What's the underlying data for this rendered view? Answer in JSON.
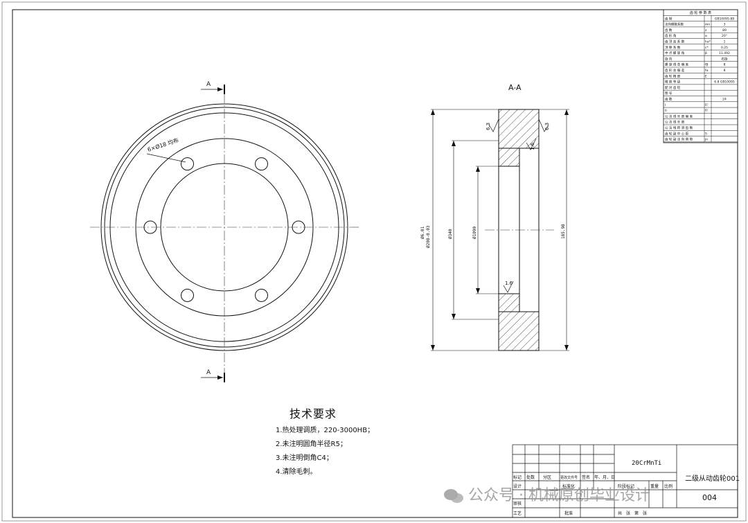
{
  "views": {
    "section_label": "A-A",
    "cut_marker": "A"
  },
  "dims": {
    "hole_callout": "6×Ø18 均布",
    "dia_outer_1": "Ø6.01",
    "dia_outer_2": "Ø208-0.03",
    "dia_mid": "Ø340",
    "dia_inner": "Ø1090",
    "width": "185.98",
    "rough_a": "6.3",
    "rough_b": "6.3",
    "rough_c": "1.6",
    "rough_d": "1.6"
  },
  "tech": {
    "title": "技术要求",
    "items": [
      "1.热处理调质，220-3000HB；",
      "2.未注明圆角半径R5；",
      "3.未注明倒角C4；",
      "4.清除毛刺。"
    ]
  },
  "param_table": {
    "header": "齿 轮 参 数 表",
    "rows": [
      [
        "齿 制",
        "",
        "GB10095-88"
      ],
      [
        "法向模数系数",
        "mn",
        "3"
      ],
      [
        "齿 数",
        "z",
        "89"
      ],
      [
        "齿 形 角",
        "α",
        "20°"
      ],
      [
        "齿 顶 高 系 数",
        "ha*",
        "1"
      ],
      [
        "顶 隙 系 数",
        "c*",
        "0.25"
      ],
      [
        "中 点 螺 旋 角",
        "β",
        "11.492"
      ],
      [
        "旋 向",
        "",
        "右旋"
      ],
      [
        "螺 旋 线 总 偏 差",
        "fβ",
        "8"
      ],
      [
        "齿 形 总 偏 差",
        "fα",
        "8"
      ],
      [
        "齿 轮 精 度",
        "E",
        ""
      ],
      [
        "精 度 等 级",
        "",
        "6.8 GB10095"
      ],
      [
        "配 对 齿 轮",
        "",
        ""
      ],
      [
        "图 号",
        "",
        ""
      ],
      [
        "齿 数",
        "",
        "24"
      ],
      [
        "I",
        "Fi'",
        ""
      ],
      [
        "II",
        "fi'",
        ""
      ],
      [
        "公 法 线 长 度 偏 差",
        "",
        ""
      ],
      [
        "公 法 线 长 度",
        "",
        ""
      ],
      [
        "公 法 线 跨 测 齿 数",
        "",
        ""
      ],
      [
        "齿 轮 副 中 心 距",
        "S",
        ""
      ],
      [
        "齿 轮 副 法 向 侧 隙",
        "jn",
        ""
      ]
    ]
  },
  "title_block": {
    "material": "20CrMnTi",
    "part_name": "二级从动齿轮001",
    "drawing_no": "004",
    "col_labels": [
      "标记",
      "处数",
      "分区",
      "更改文件号",
      "签名",
      "年、月、日"
    ],
    "design_label": "设计",
    "standard_label": "标准化",
    "review_label": "审核",
    "process_label": "工艺",
    "approve_label": "批准",
    "stage_label": "阶段标记",
    "weight_label": "重量",
    "scale_label": "比例",
    "sheets_label": "共　张　第　张"
  },
  "watermark": {
    "text": "公众号 · 机械原创毕业设计"
  }
}
